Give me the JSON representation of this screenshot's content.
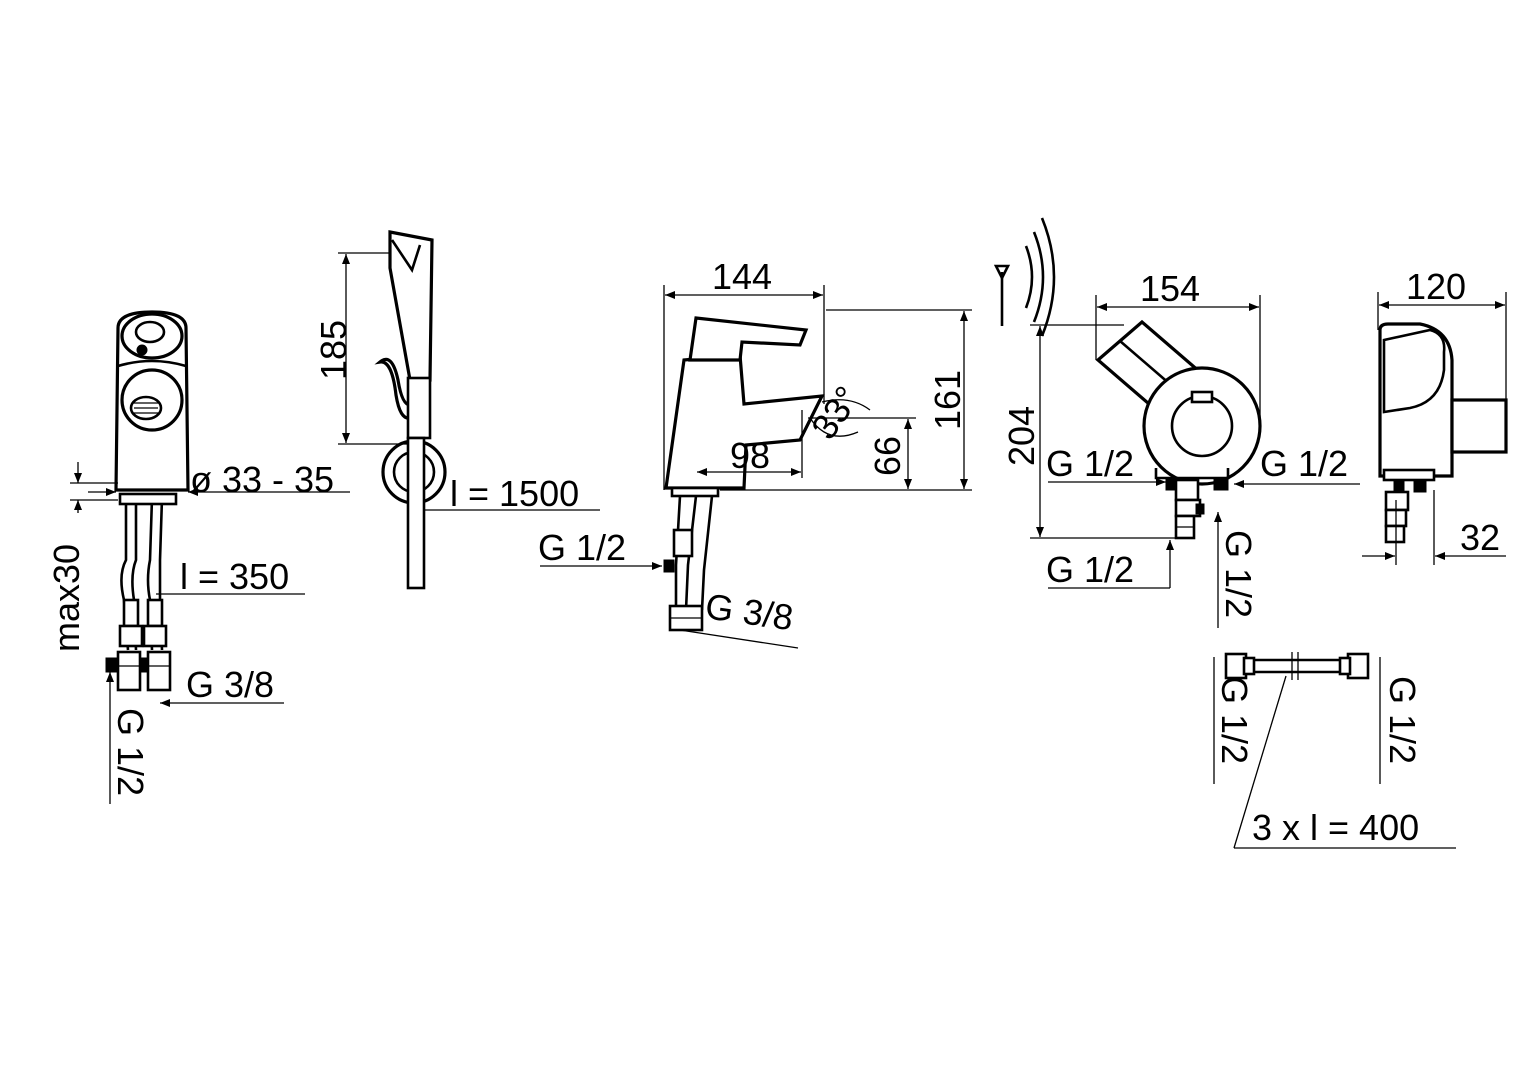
{
  "colors": {
    "line": "#000000",
    "background": "#ffffff"
  },
  "labels": {
    "diameter": "ø 33 - 35",
    "max30": "max30",
    "l350": "l = 350",
    "g38_left": "G 3/8",
    "g12_left": "G 1/2",
    "h185": "185",
    "l1500": "l = 1500",
    "w144": "144",
    "h161": "161",
    "angle33": "33°",
    "d98": "98",
    "h66": "66",
    "g12_mid": "G 1/2",
    "g38_mid": "G 3/8",
    "w154": "154",
    "h204": "204",
    "g12_thermo_left": "G 1/2",
    "g12_thermo_right": "G 1/2",
    "g12_thermo_bottom": "G 1/2",
    "g12_thermo_vertical": "G 1/2",
    "w120": "120",
    "d32": "32",
    "g12_hose_left": "G 1/2",
    "g12_hose_right": "G 1/2",
    "hoses": "3 x  l = 400"
  }
}
